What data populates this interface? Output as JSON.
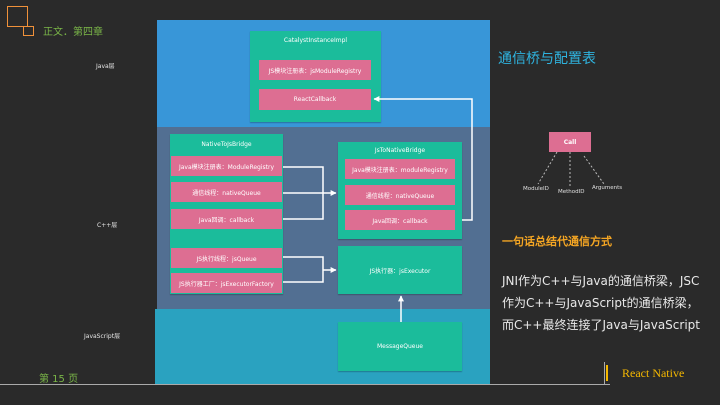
{
  "header": {
    "chapter": "正文．第四章"
  },
  "layers": {
    "java": "Java层",
    "cpp": "C++层",
    "js": "JavaScript层"
  },
  "diagram": {
    "catalyst": {
      "title": "CatalystInstanceImpl",
      "rows": [
        "JS模块注册表：jsModuleRegistry",
        "ReactCallback"
      ]
    },
    "native_to_js": {
      "title": "NativeToJsBridge",
      "rows": [
        "Java模块注册表：ModuleRegistry",
        "通信线程：nativeQueue",
        "Java回调：callback"
      ],
      "extra_rows": [
        "JS执行线程：jsQueue",
        "JS执行器工厂：jsExecutorFactory"
      ]
    },
    "js_to_native": {
      "title": "JsToNativeBridge",
      "rows": [
        "Java模块注册表：moduleRegistry",
        "通信线程：nativeQueue",
        "Java回调：callback"
      ]
    },
    "js_executor": "JS执行器：jsExecutor",
    "message_queue": "MessageQueue"
  },
  "side": {
    "title": "通信桥与配置表",
    "call": {
      "label": "Call",
      "params": [
        "ModuleID",
        "MethodID",
        "Arguments"
      ]
    },
    "summary_title": "一句话总结代通信方式",
    "summary_lines": [
      "JNI作为C++与Java的通信桥梁，JSC",
      "作为C++与JavaScript的通信桥梁，",
      "而C++最终连接了Java与JavaScript"
    ]
  },
  "footer": {
    "page": "第 15 页",
    "brand": "React Native"
  },
  "colors": {
    "java_layer": "#3896d8",
    "cpp_layer": "#526f92",
    "js_layer": "#2aa2c0",
    "box": "#1bbc9b",
    "row": "#dd6e92",
    "accent_green": "#7ab648",
    "accent_orange": "#f5a623",
    "accent_blue": "#2fb4e0",
    "brand_yellow": "#f5b800"
  }
}
